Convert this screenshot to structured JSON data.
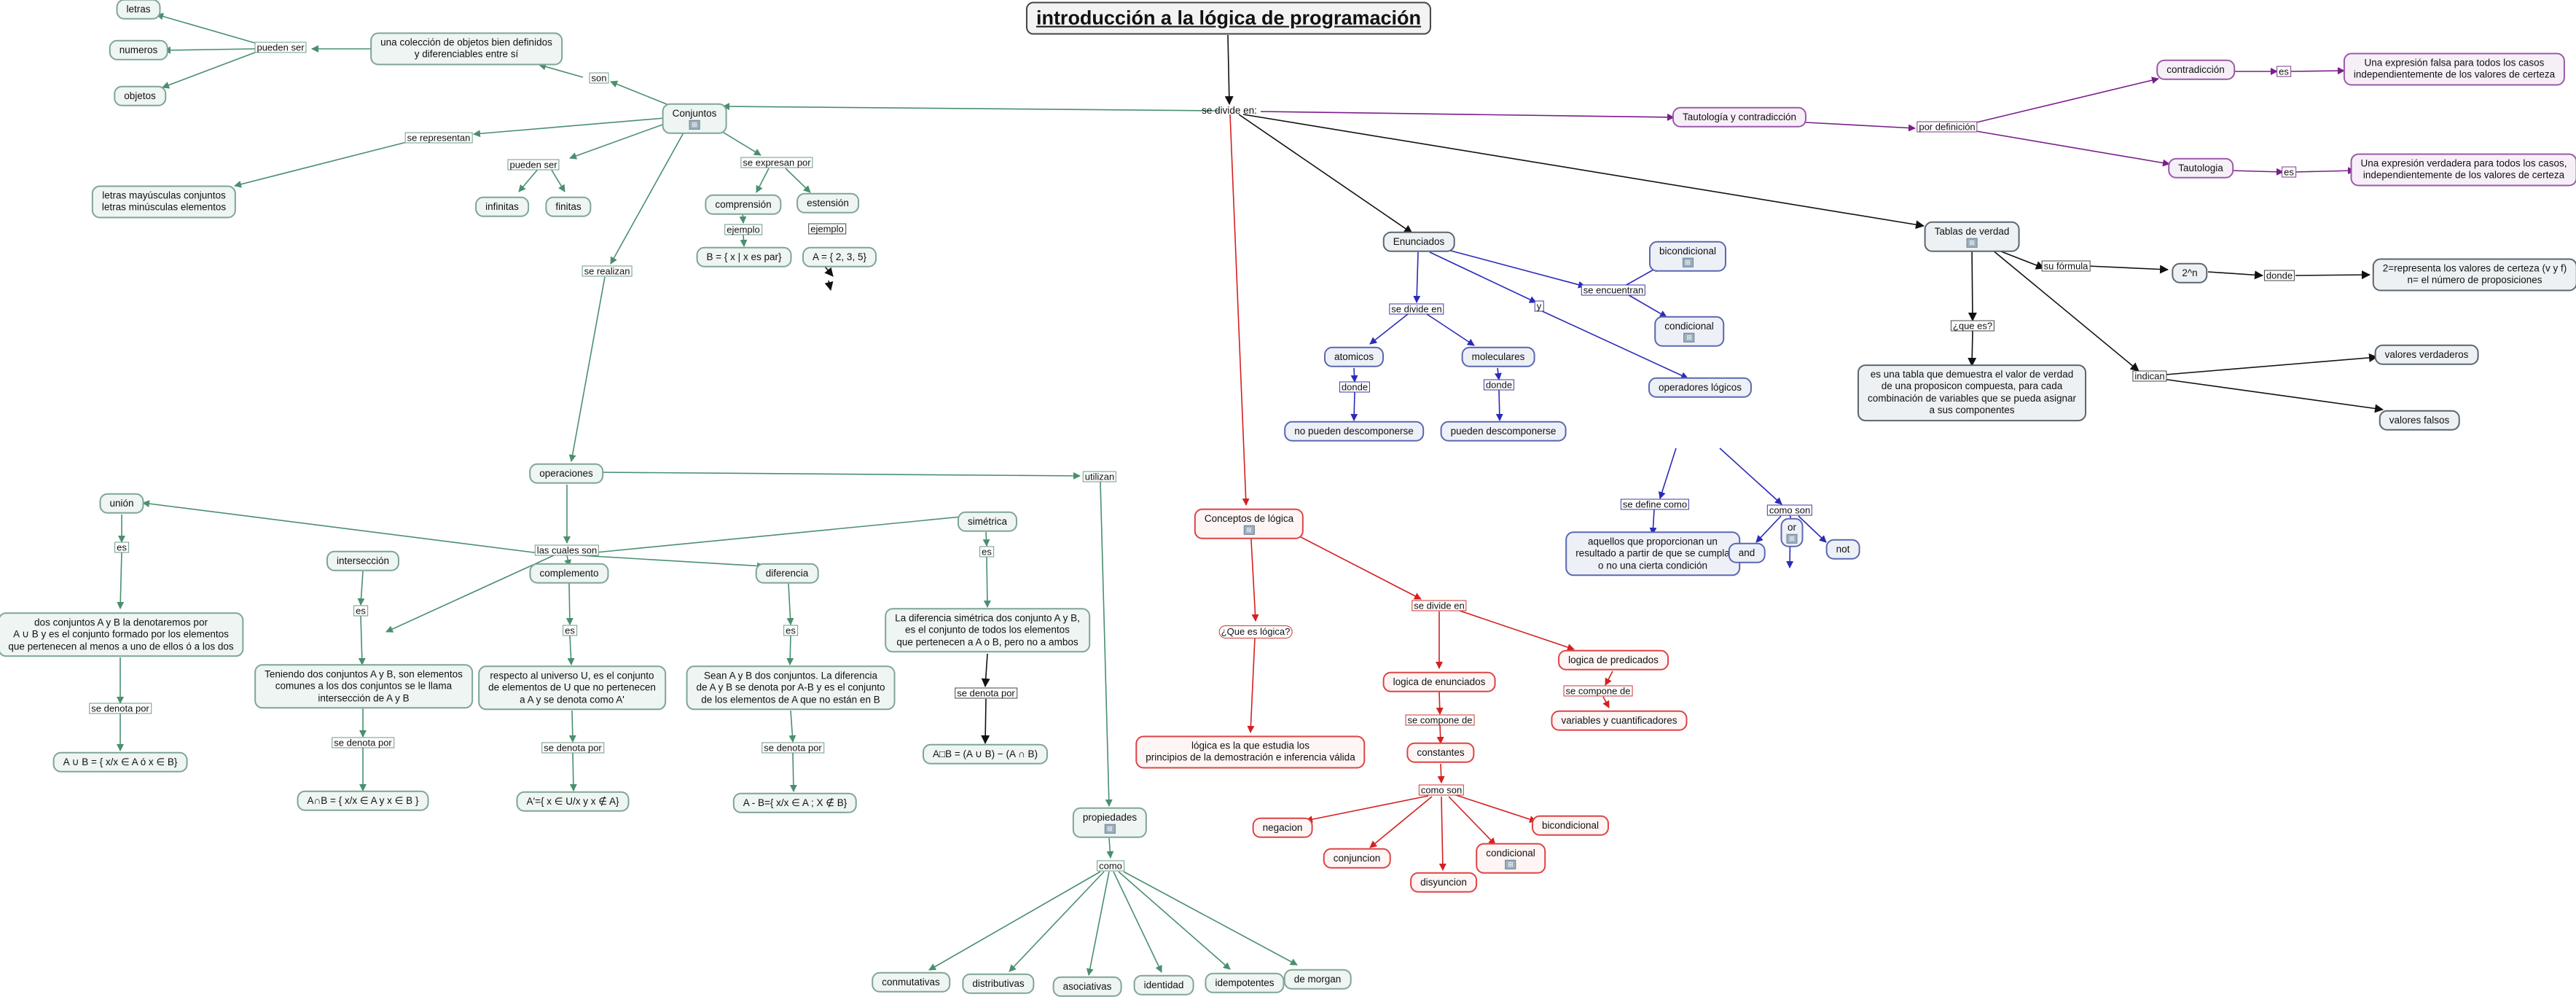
{
  "title": "introducción a la lógica de programación",
  "colors": {
    "green": "#4a8f6f",
    "black": "#111111",
    "blue": "#2b2bb8",
    "red": "#d42020",
    "purple": "#7a1e8a"
  },
  "expand_icon": "⊞",
  "nodes": {
    "root": "se divide en:",
    "conjuntos": "Conjuntos",
    "coleccion": "una colección de objetos bien definidos\ny diferenciables entre sí",
    "letras": "letras",
    "numeros": "numeros",
    "objetos": "objetos",
    "mayusculas": "letras mayúsculas conjuntos\nletras minúsculas elementos",
    "infinitas": "infinitas",
    "finitas": "finitas",
    "comprension": "comprensión",
    "extension": "estensión",
    "ej_comprension": "B = { x | x es par}",
    "ej_extension": "A = { 2, 3, 5}",
    "operaciones": "operaciones",
    "union": "unión",
    "interseccion": "intersección",
    "complemento": "complemento",
    "diferencia": "diferencia",
    "simetrica": "simétrica",
    "def_union": "dos conjuntos A y B la denotaremos por\nA ∪ B y es el conjunto formado por los elementos\nque pertenecen al menos a uno de ellos ó a los dos",
    "def_interseccion": "Teniendo dos conjuntos A y B, son elementos\ncomunes a los dos conjuntos se le llama\nintersección de A y B",
    "def_complemento": "respecto al universo U, es el conjunto\nde elementos de U que no pertenecen\na A y se denota como A'",
    "def_diferencia": "Sean A y B dos conjuntos. La diferencia\nde A y B se denota por A-B y es el conjunto\nde los elementos de A que no están en B",
    "def_simetrica": "La diferencia simétrica dos conjunto A y B,\nes el conjunto de todos los elementos\nque pertenecen a A o B, pero no a ambos",
    "not_union": "A ∪ B = { x/x ∈ A  ó x ∈ B}",
    "not_interseccion": "A∩B = { x/x ∈ A y x ∈ B }",
    "not_complemento": "A'={ x ∈ U/x y x ∉ A}",
    "not_diferencia": "A - B={ x/x ∈ A ; X ∉ B}",
    "not_simetrica": "A□B = (A ∪ B) − (A ∩ B)",
    "propiedades": "propiedades",
    "conmutativas": "conmutativas",
    "distributivas": "distributivas",
    "asociativas": "asociativas",
    "identidad": "identidad",
    "idempotentes": "idempotentes",
    "demorgan": "de morgan",
    "conceptos": "Conceptos de lógica",
    "que_es": "¿Que es lógica?",
    "logica_def": "lógica es la que estudia los\nprincipios de la demostración e inferencia válida",
    "log_enunciados": "logica de enunciados",
    "log_predicados": "logica de predicados",
    "constantes": "constantes",
    "var_cuant": "variables y cuantificadores",
    "negacion": "negacion",
    "conjuncion": "conjuncion",
    "disyuncion": "disyuncion",
    "condicional_r": "condicional",
    "bicondicional_r": "bicondicional",
    "enunciados": "Enunciados",
    "atomicos": "atomicos",
    "moleculares": "moleculares",
    "no_desc": "no pueden descomponerse",
    "si_desc": "pueden descomponerse",
    "bicondicional_b": "bicondicional",
    "condicional_b": "condicional",
    "operadores": "operadores lógicos",
    "op_def": "aquellos que proporcionan un\nresultado a partir de que se cumpla\no no una cierta condición",
    "and": "and",
    "or": "or",
    "not": "not",
    "tablas": "Tablas de verdad",
    "tabla_def": "es una tabla que demuestra el valor de verdad\nde una proposicon compuesta, para cada\ncombinación de variables que se pueda asignar\na sus componentes",
    "dos_n": "2^n",
    "dos_def": "2=representa los valores de certeza (v y f)\nn= el número de proposiciones",
    "verdaderos": "valores verdaderos",
    "falsos": "valores falsos",
    "taut_contra": "Tautología y contradicción",
    "contradiccion": "contradicción",
    "tautologia": "Tautologia",
    "contra_def": "Una expresión falsa para todos los casos\nindependientemente de los valores de certeza",
    "taut_def": "Una expresión verdadera para todos los casos,\nindependientemente de los valores de certeza"
  },
  "labels": {
    "pueden_ser": "pueden ser",
    "son": "son",
    "se_representan": "se representan",
    "pueden_ser2": "pueden  ser",
    "se_expresan_por": "se expresan por",
    "ejemplo": "ejemplo",
    "se_realizan": "se realizan",
    "utilizan": "utilizan",
    "las_cuales_son": "las cuales son",
    "es": "es",
    "se_denota_por": "se denota por",
    "como": "como",
    "se_divide_en": "se divide en",
    "se_compone_de": "se compone de",
    "como_son": "como son",
    "se_encuentran": "se encuentran",
    "y": "y",
    "donde": "donde",
    "se_define_como": "se define como",
    "su_formula": "su fórmula",
    "que_es": "¿que es?",
    "indican": "indican",
    "por_definicion": "por definición"
  }
}
